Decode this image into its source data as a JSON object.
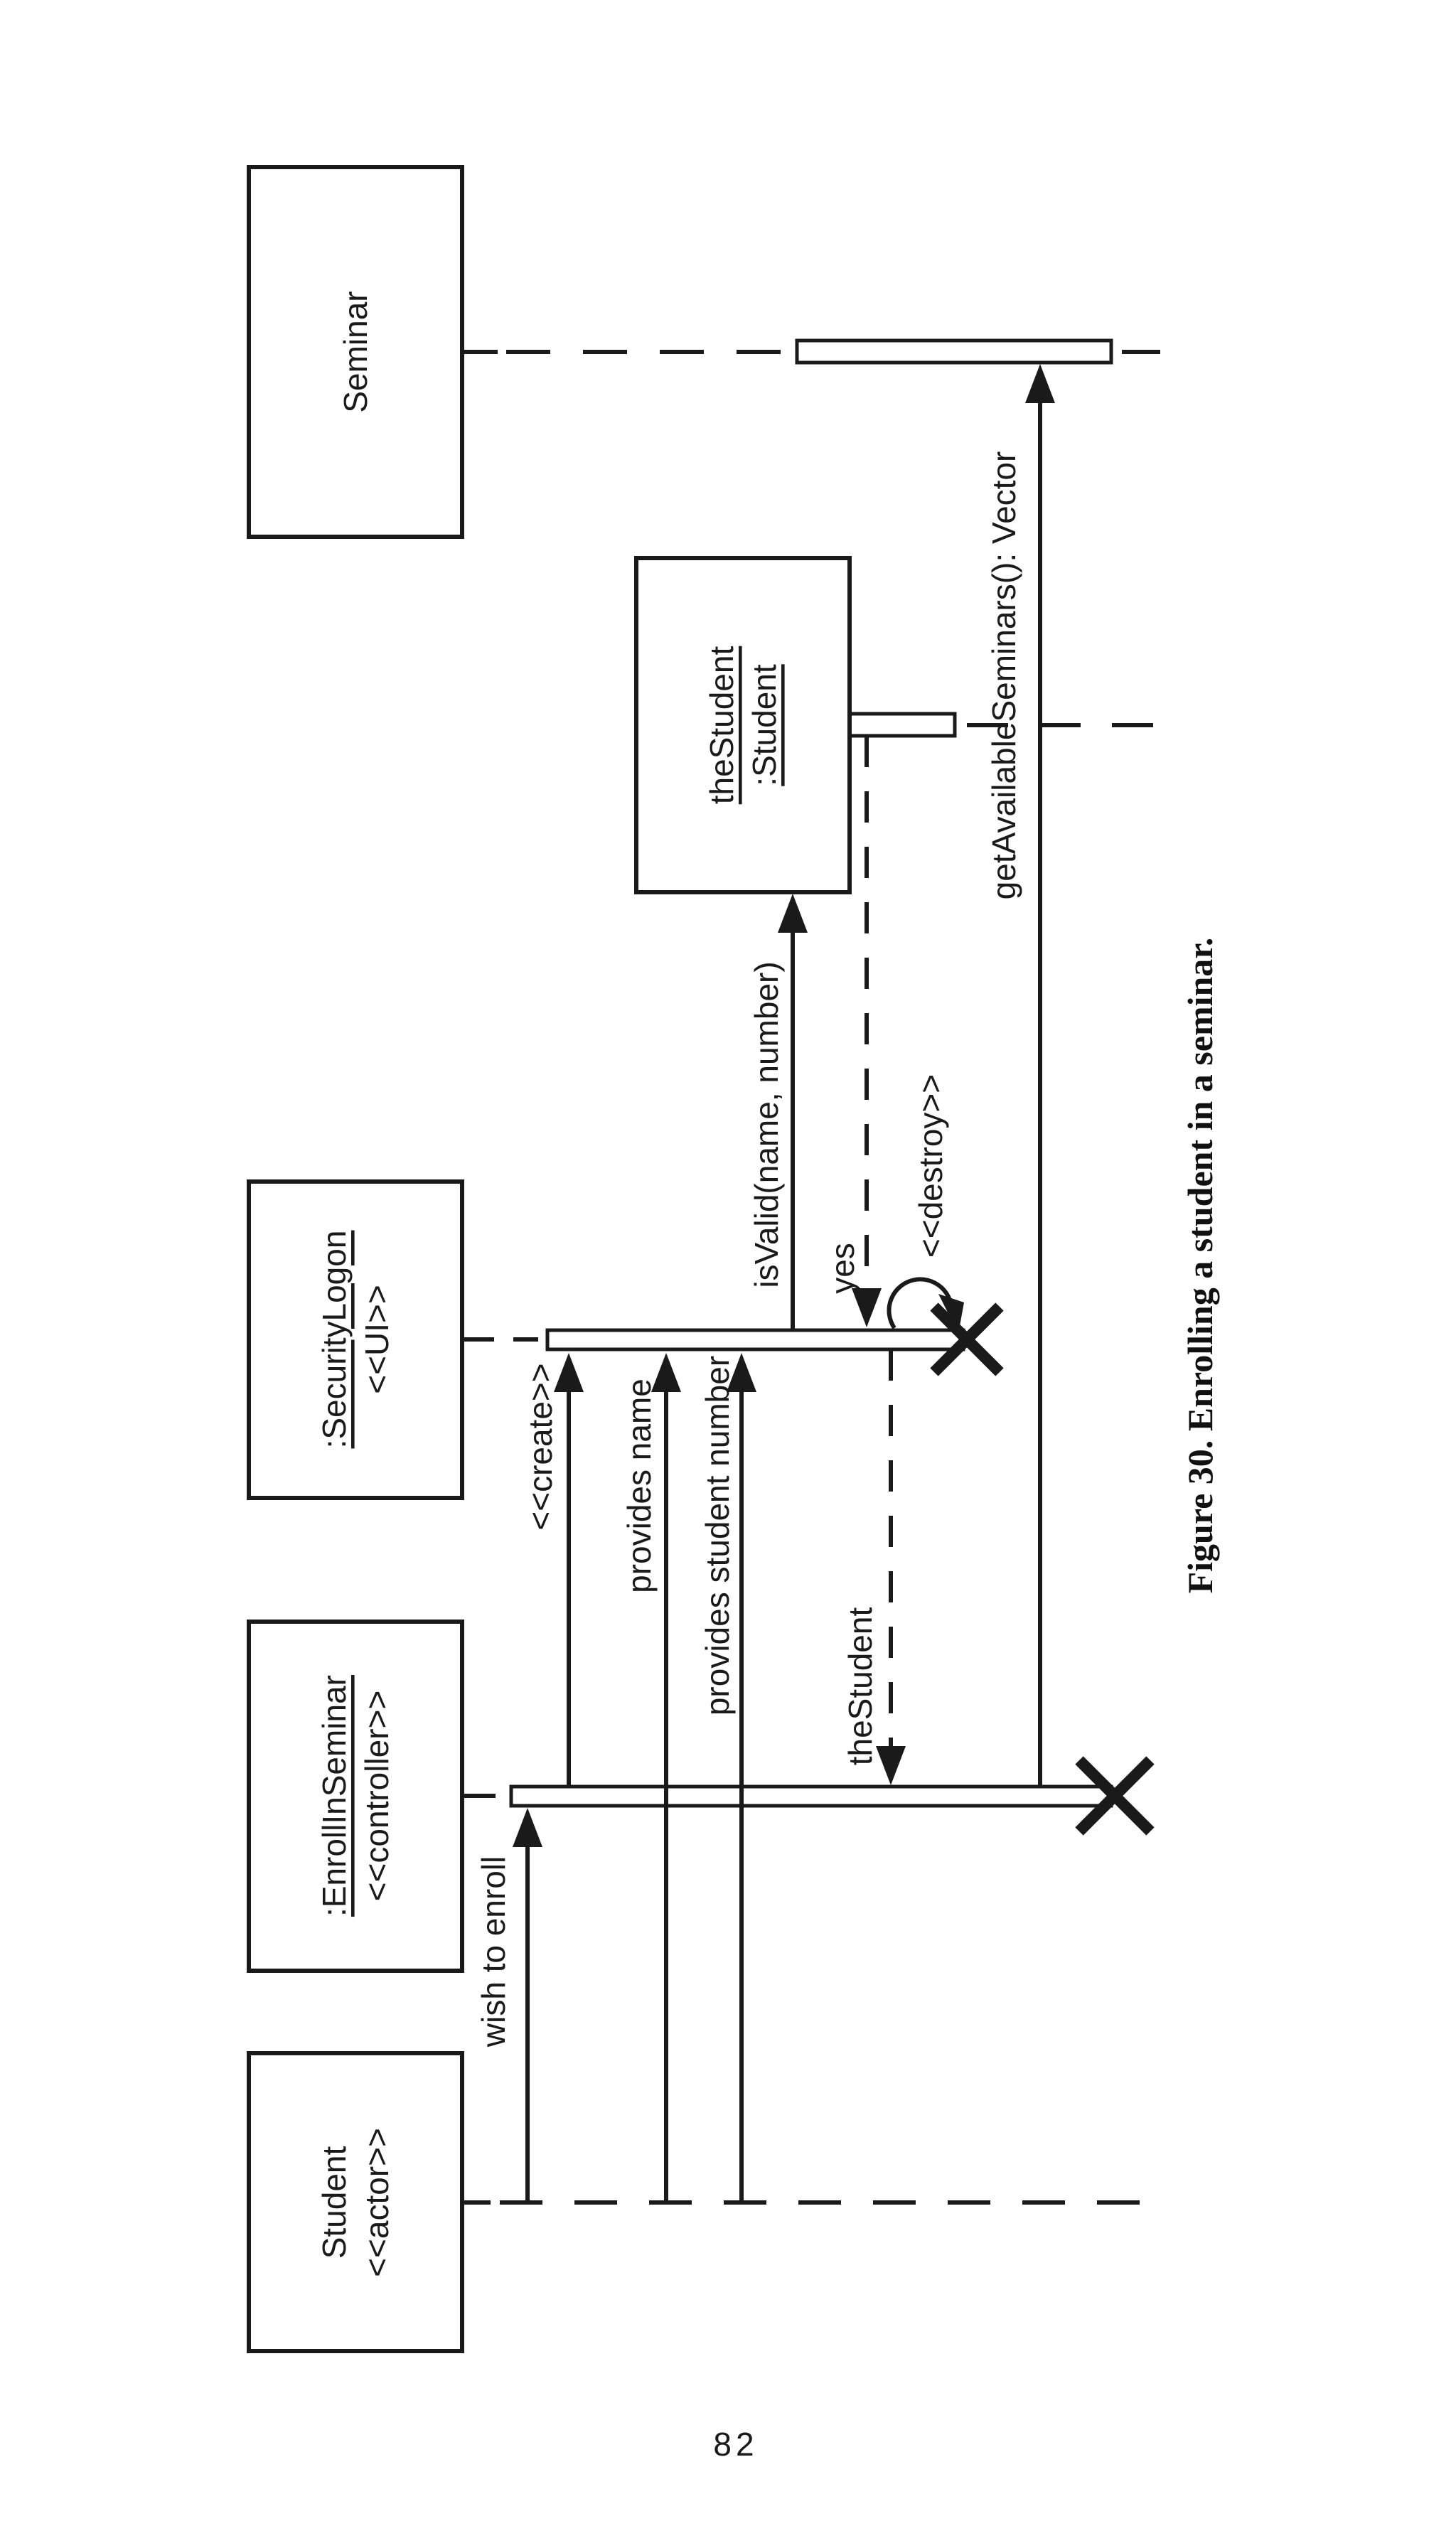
{
  "page": {
    "number": "82",
    "background": "#ffffff",
    "ink": "#1a1a1a"
  },
  "figure": {
    "caption": "Figure 30.  Enrolling a student in a seminar."
  },
  "diagram": {
    "type": "uml-sequence-diagram",
    "orientation": "rotated 90 degrees counter-clockwise on the page",
    "objects": [
      {
        "id": "seminar",
        "line1": "Seminar",
        "line2": "",
        "underlined": false
      },
      {
        "id": "theStudent",
        "line1": "theStudent",
        "line2": ":Student",
        "underlined": true
      },
      {
        "id": "securityLogon",
        "line1": ":SecurityLogon",
        "line2": "<<UI>>",
        "underlined": true
      },
      {
        "id": "enrollInSeminar",
        "line1": ":EnrollInSeminar",
        "line2": "<<controller>>",
        "underlined": true
      },
      {
        "id": "student",
        "line1": "Student",
        "line2": "<<actor>>",
        "underlined": false
      }
    ],
    "messages": [
      {
        "label": "wish to enroll",
        "from": "student",
        "to": "enrollInSeminar",
        "kind": "sync"
      },
      {
        "label": "<<create>>",
        "from": "enrollInSeminar",
        "to": "securityLogon",
        "kind": "create"
      },
      {
        "label": "provides name",
        "from": "student",
        "to": "securityLogon",
        "kind": "sync"
      },
      {
        "label": "provides student number",
        "from": "student",
        "to": "securityLogon",
        "kind": "sync"
      },
      {
        "label": "isValid(name, number)",
        "from": "securityLogon",
        "to": "theStudent",
        "kind": "create"
      },
      {
        "label": "yes",
        "from": "theStudent",
        "to": "securityLogon",
        "kind": "return"
      },
      {
        "label": "<<destroy>>",
        "from": "securityLogon",
        "to": "securityLogon",
        "kind": "self-destroy"
      },
      {
        "label": "theStudent",
        "from": "securityLogon",
        "to": "enrollInSeminar",
        "kind": "return"
      },
      {
        "label": "getAvailableSeminars(): Vector",
        "from": "enrollInSeminar",
        "to": "seminar",
        "kind": "sync"
      }
    ]
  }
}
